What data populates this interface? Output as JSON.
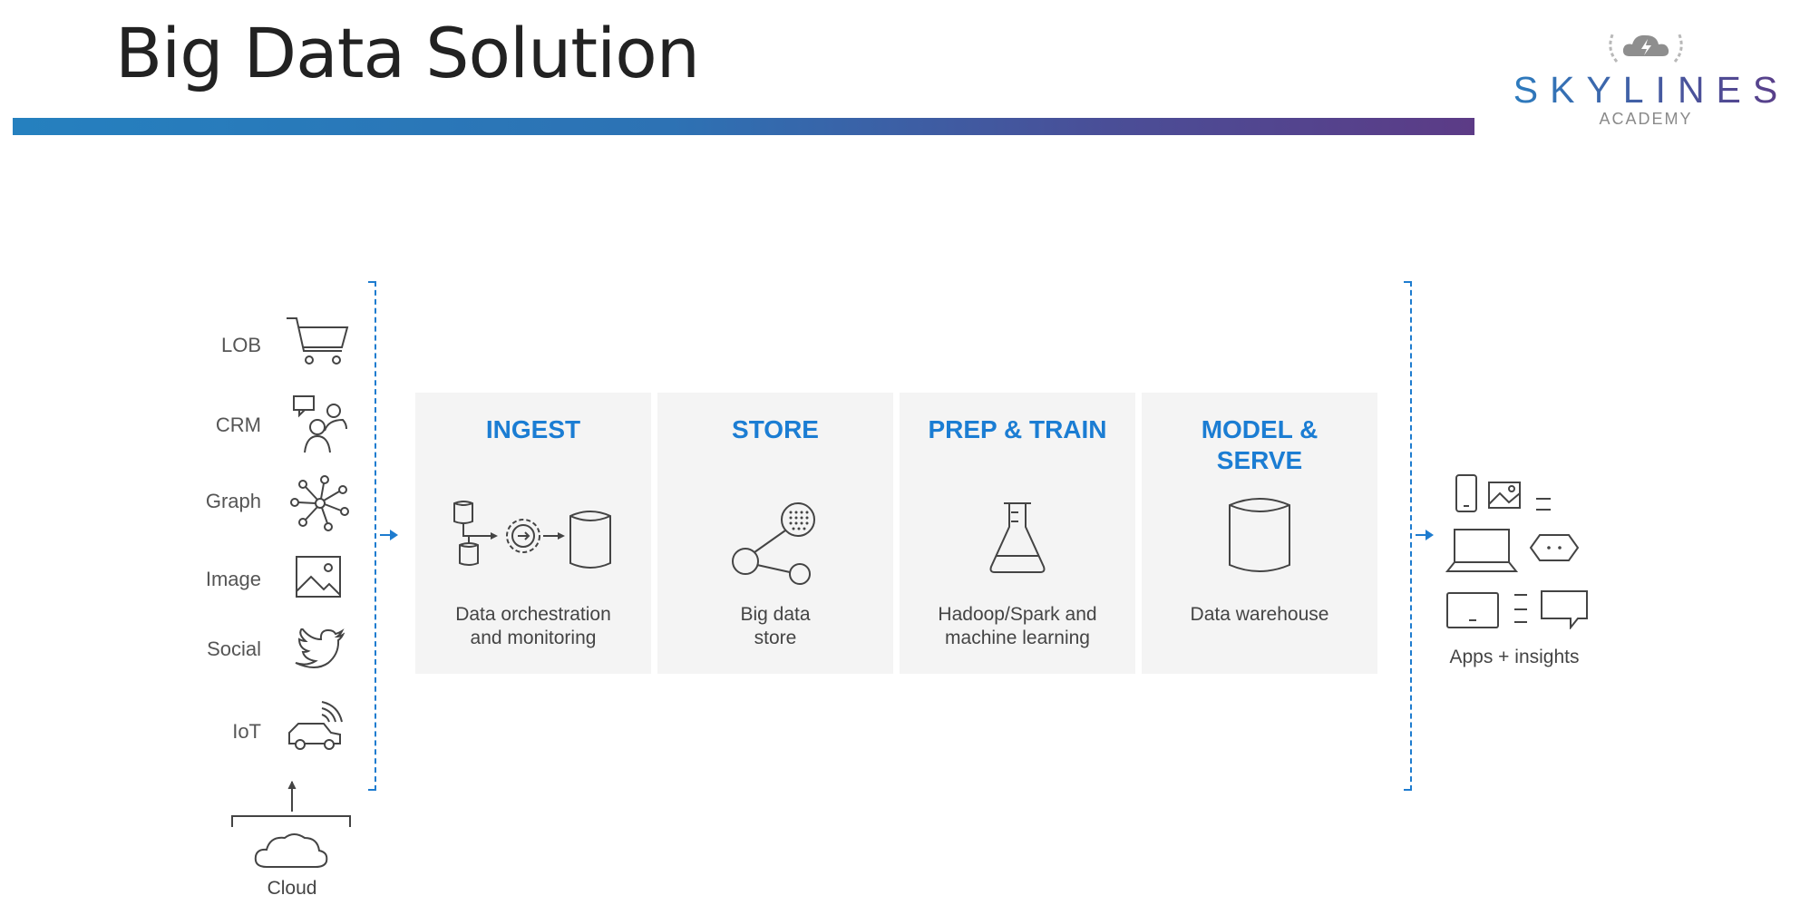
{
  "slide": {
    "title": "Big Data Solution"
  },
  "logo": {
    "name": "SKYLINES",
    "sub": "ACADEMY"
  },
  "sources": [
    {
      "label": "LOB",
      "icon": "shopping-cart-icon"
    },
    {
      "label": "CRM",
      "icon": "people-chat-icon"
    },
    {
      "label": "Graph",
      "icon": "graph-nodes-icon"
    },
    {
      "label": "Image",
      "icon": "image-icon"
    },
    {
      "label": "Social",
      "icon": "twitter-bird-icon"
    },
    {
      "label": "IoT",
      "icon": "connected-car-icon"
    }
  ],
  "stages": [
    {
      "title": "INGEST",
      "caption": "Data orchestration\nand monitoring",
      "icon": "pipeline-gear-icon"
    },
    {
      "title": "STORE",
      "caption": "Big data\nstore",
      "icon": "data-store-nodes-icon"
    },
    {
      "title": "PREP & TRAIN",
      "caption": "Hadoop/Spark and\nmachine learning",
      "icon": "flask-icon"
    },
    {
      "title": "MODEL &\nSERVE",
      "caption": "Data warehouse",
      "icon": "database-cylinder-icon"
    }
  ],
  "output": {
    "label": "Apps + insights",
    "icon": "devices-icon"
  },
  "cloud": {
    "label": "Cloud",
    "icon": "cloud-icon"
  },
  "colors": {
    "accent": "#1b7dd3",
    "gradient_start": "#2580bf",
    "gradient_end": "#5c3b86",
    "panel": "#f4f4f4"
  }
}
